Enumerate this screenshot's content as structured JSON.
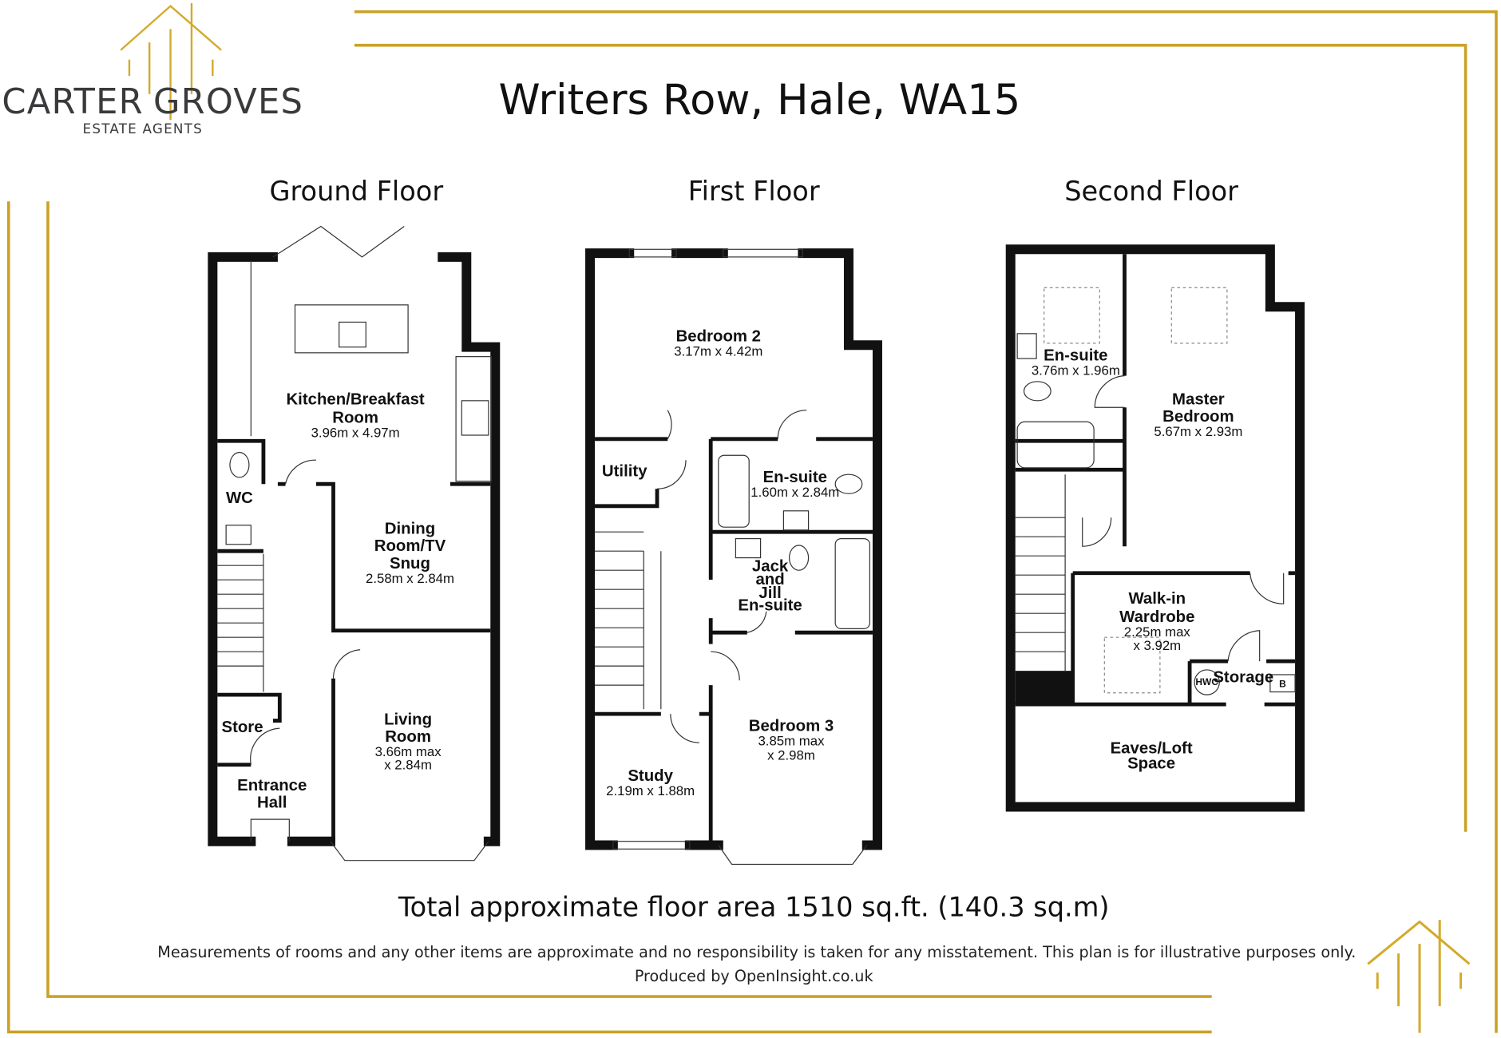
{
  "logo": {
    "name": "CARTER GROVES",
    "word1": "CARTER",
    "word2": "GROVES",
    "tagline": "ESTATE AGENTS"
  },
  "title": "Writers Row, Hale, WA15",
  "accent_color": "#c9a227",
  "floors": [
    {
      "name": "Ground Floor",
      "rooms": [
        {
          "name": [
            "Kitchen/Breakfast",
            "Room"
          ],
          "dims": [
            "3.96m x 4.97m"
          ]
        },
        {
          "name": [
            "WC"
          ],
          "dims": []
        },
        {
          "name": [
            "Dining",
            "Room/TV",
            "Snug"
          ],
          "dims": [
            "2.58m x 2.84m"
          ]
        },
        {
          "name": [
            "Living",
            "Room"
          ],
          "dims": [
            "3.66m max",
            "x 2.84m"
          ]
        },
        {
          "name": [
            "Store"
          ],
          "dims": []
        },
        {
          "name": [
            "Entrance",
            "Hall"
          ],
          "dims": []
        }
      ]
    },
    {
      "name": "First Floor",
      "rooms": [
        {
          "name": [
            "Bedroom 2"
          ],
          "dims": [
            "3.17m x 4.42m"
          ]
        },
        {
          "name": [
            "Utility"
          ],
          "dims": []
        },
        {
          "name": [
            "En-suite"
          ],
          "dims": [
            "1.60m x 2.84m"
          ]
        },
        {
          "name": [
            "Jack",
            "and",
            "Jill",
            "En-suite"
          ],
          "dims": []
        },
        {
          "name": [
            "Bedroom 3"
          ],
          "dims": [
            "3.85m max",
            "x 2.98m"
          ]
        },
        {
          "name": [
            "Study"
          ],
          "dims": [
            "2.19m x 1.88m"
          ]
        }
      ]
    },
    {
      "name": "Second Floor",
      "rooms": [
        {
          "name": [
            "En-suite"
          ],
          "dims": [
            "3.76m x 1.96m"
          ]
        },
        {
          "name": [
            "Master",
            "Bedroom"
          ],
          "dims": [
            "5.67m x 2.93m"
          ]
        },
        {
          "name": [
            "Walk-in",
            "Wardrobe"
          ],
          "dims": [
            "2.25m max",
            "x 3.92m"
          ]
        },
        {
          "name": [
            "Storage"
          ],
          "dims": []
        },
        {
          "name": [
            "Eaves/Loft",
            "Space"
          ],
          "dims": []
        }
      ],
      "fixtures": {
        "hwc": "HWC",
        "boiler": "B"
      }
    }
  ],
  "total_area": "Total approximate floor area 1510 sq.ft. (140.3 sq.m)",
  "disclaimer": "Measurements of rooms and any other items are approximate and no responsibility is taken for any misstatement. This plan is for illustrative purposes only.",
  "produced_by": "Produced by OpenInsight.co.uk"
}
